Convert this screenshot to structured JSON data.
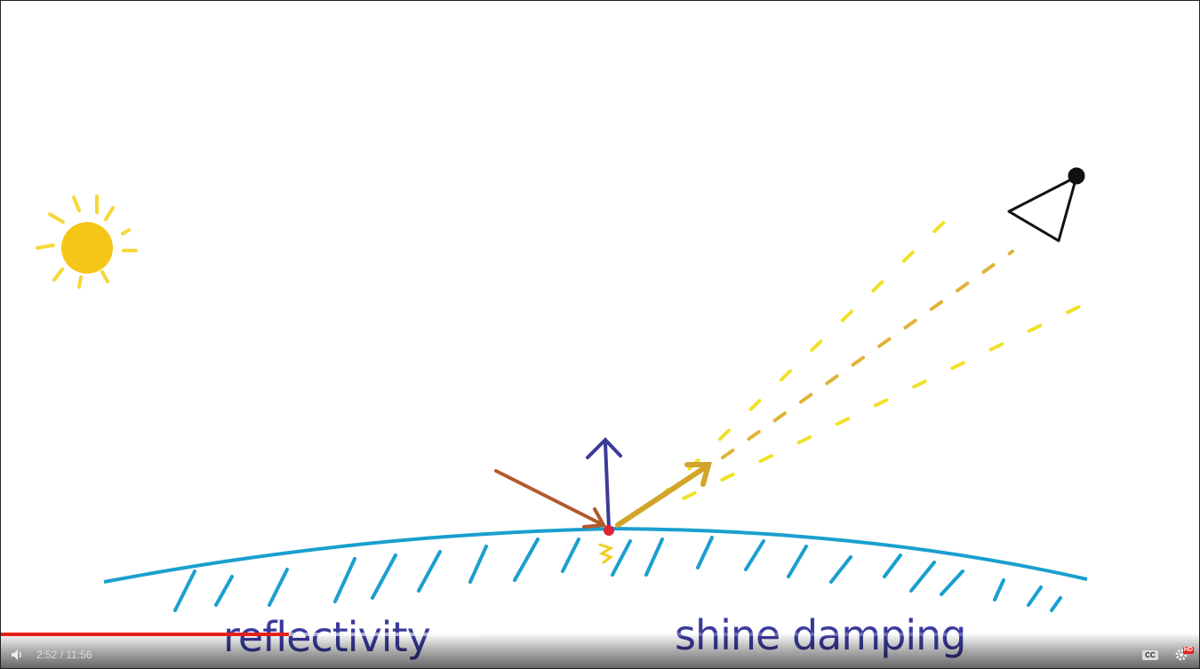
{
  "video": {
    "caption_left": "reflectivity",
    "caption_right": "shine damping"
  },
  "player": {
    "current_time": "2:52",
    "time_separator": " / ",
    "duration": "11:56",
    "progress_fraction": 0.24,
    "buffered_fraction": 0.4,
    "hd_badge": "HD",
    "cc_label": "CC"
  },
  "colors": {
    "sun": "#f5c518",
    "surface": "#1a9fcf",
    "normal": "#3b3b9a",
    "incident": "#b05a2a",
    "reflected": "#d2a52a",
    "rays": "#f0e12a",
    "progress": "#e62117"
  }
}
